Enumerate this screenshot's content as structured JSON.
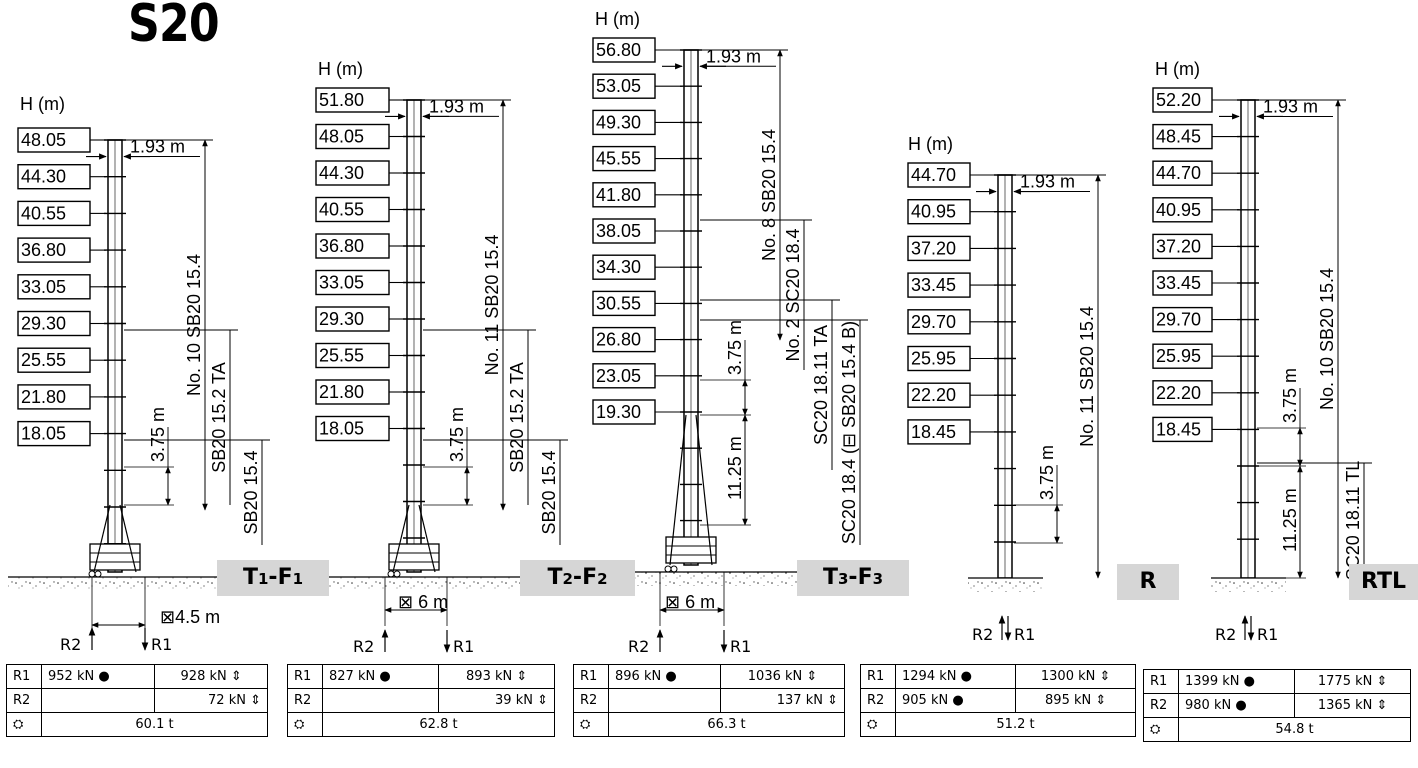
{
  "title": "S20",
  "axis_label": "H (m)",
  "mast_width_label": "1.93 m",
  "icons": {
    "reaction_dot": "filled-circle",
    "reaction_arrows": "up-down-arrows",
    "weight": "ballast-dome-icon"
  },
  "configs": [
    {
      "id": "T1-F1",
      "label_main": "T",
      "label_sub1": "1",
      "label_sep": "-",
      "label_main2": "F",
      "label_sub2": "1",
      "heights": [
        "48.05",
        "44.30",
        "40.55",
        "36.80",
        "33.05",
        "29.30",
        "25.55",
        "21.80",
        "18.05"
      ],
      "annotations": [
        "No. 10 SB20 15.4",
        "SB20   15.2  TA",
        "SB20 15.4"
      ],
      "dims": [
        "3.75 m"
      ],
      "base": "⊠4.5 m",
      "r2": "R2",
      "r1": "R1",
      "table": {
        "r1_label": "R1",
        "r1_a": "952 kN",
        "r1_b": "928 kN",
        "r2_label": "R2",
        "r2_a": "",
        "r2_b": "72 kN",
        "weight": "60.1 t"
      }
    },
    {
      "id": "T2-F2",
      "label_main": "T",
      "label_sub1": "2",
      "label_sep": "-",
      "label_main2": "F",
      "label_sub2": "2",
      "heights": [
        "51.80",
        "48.05",
        "44.30",
        "40.55",
        "36.80",
        "33.05",
        "29.30",
        "25.55",
        "21.80",
        "18.05"
      ],
      "annotations": [
        "No. 11 SB20 15.4",
        "SB20   15.2  TA",
        "SB20 15.4"
      ],
      "dims": [
        "3.75 m"
      ],
      "base": "⊠ 6 m",
      "r2": "R2",
      "r1": "R1",
      "table": {
        "r1_label": "R1",
        "r1_a": "827 kN",
        "r1_b": "893 kN",
        "r2_label": "R2",
        "r2_a": "",
        "r2_b": "39 kN",
        "weight": "62.8 t"
      }
    },
    {
      "id": "T3-F3",
      "label_main": "T",
      "label_sub1": "3",
      "label_sep": "-",
      "label_main2": "F",
      "label_sub2": "3",
      "heights": [
        "56.80",
        "53.05",
        "49.30",
        "45.55",
        "41.80",
        "38.05",
        "34.30",
        "30.55",
        "26.80",
        "23.05",
        "19.30"
      ],
      "annotations": [
        "No. 8 SB20 15.4",
        "No. 2 SC20 18.4",
        "SC20 18.11 TA",
        "SC20 18.4 (⊟ SB20 15.4 B)"
      ],
      "dims": [
        "3.75 m",
        "11.25 m"
      ],
      "base": "⊠ 6 m",
      "r2": "R2",
      "r1": "R1",
      "table": {
        "r1_label": "R1",
        "r1_a": "896 kN",
        "r1_b": "1036 kN",
        "r2_label": "R2",
        "r2_a": "",
        "r2_b": "137 kN",
        "weight": "66.3 t"
      }
    },
    {
      "id": "R",
      "label_main": "R",
      "label_sub1": "",
      "label_sep": "",
      "label_main2": "",
      "label_sub2": "",
      "heights": [
        "44.70",
        "40.95",
        "37.20",
        "33.45",
        "29.70",
        "25.95",
        "22.20",
        "18.45"
      ],
      "annotations": [
        "No. 11 SB20 15.4"
      ],
      "dims": [
        "3.75 m"
      ],
      "base": "",
      "r2": "R2",
      "r1": "R1",
      "table": {
        "r1_label": "R1",
        "r1_a": "1294 kN",
        "r1_b": "1300 kN",
        "r2_label": "R2",
        "r2_a": "905 kN",
        "r2_b": "895 kN",
        "weight": "51.2 t"
      }
    },
    {
      "id": "RTL",
      "label_main": "RTL",
      "label_sub1": "",
      "label_sep": "",
      "label_main2": "",
      "label_sub2": "",
      "heights": [
        "52.20",
        "48.45",
        "44.70",
        "40.95",
        "37.20",
        "33.45",
        "29.70",
        "25.95",
        "22.20",
        "18.45"
      ],
      "annotations": [
        "No. 10 SB20 15.4",
        "SC20 18.11 TL"
      ],
      "dims": [
        "3.75 m",
        "11.25 m"
      ],
      "base": "",
      "r2": "R2",
      "r1": "R1",
      "table": {
        "r1_label": "R1",
        "r1_a": "1399 kN",
        "r1_b": "1775 kN",
        "r2_label": "R2",
        "r2_a": "980 kN",
        "r2_b": "1365 kN",
        "weight": "54.8 t"
      }
    }
  ]
}
